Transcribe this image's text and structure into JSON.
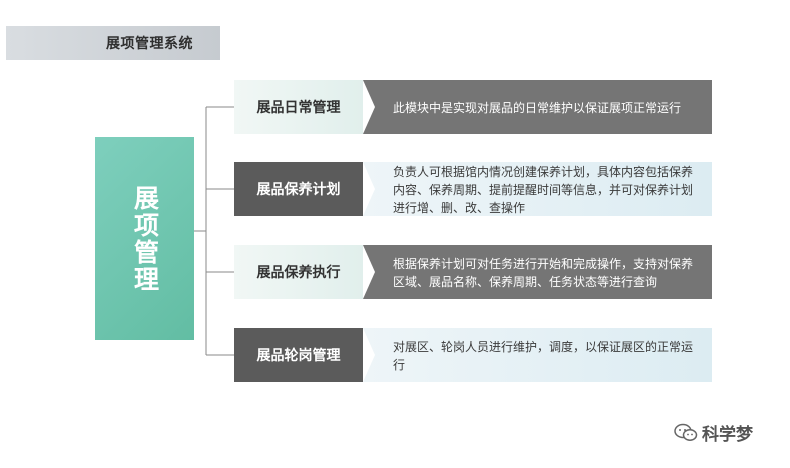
{
  "header": {
    "title": "展项管理系统"
  },
  "root": {
    "label": "展项管理"
  },
  "branches": [
    {
      "title": "展品日常管理",
      "description": "此模块中是实现对展品的日常维护以保证展项正常运行"
    },
    {
      "title": "展品保养计划",
      "description": "负责人可根据馆内情况创建保养计划，具体内容包括保养内容、保养周期、提前提醒时间等信息，并可对保养计划进行增、删、改、查操作"
    },
    {
      "title": "展品保养执行",
      "description": "根据保养计划可对任务进行开始和完成操作，支持对保养区域、展品名称、保养周期、任务状态等进行查询"
    },
    {
      "title": "展品轮岗管理",
      "description": "对展区、轮岗人员进行维护，调度，以保证展区的正常运行"
    }
  ],
  "watermark": {
    "text": "科学梦",
    "icon": "wechat-icon"
  },
  "colors": {
    "accent": "#6cc5b0",
    "dark": "#5b5b5b",
    "mid": "#757575"
  }
}
